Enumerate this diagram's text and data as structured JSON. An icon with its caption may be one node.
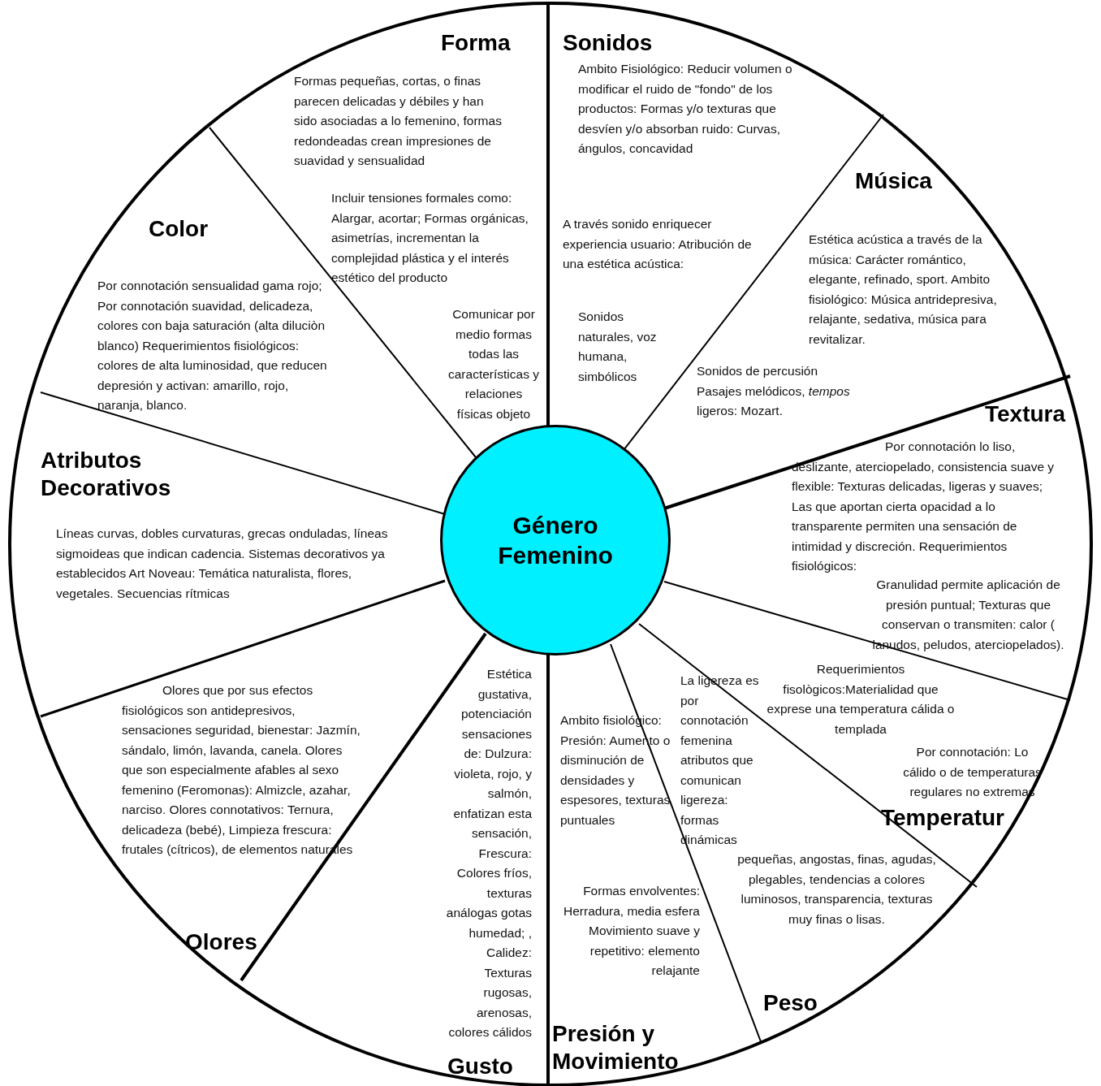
{
  "diagram": {
    "nodes": [
      {
        "text": [
          "Género Femenino"
        ]
      },
      {
        "text": [
          "Forma",
          "Formas pequeñas, cortas, o finas parecen delicadas y débiles y han sido asociadas a lo femenino, formas redondeadas crean impresiones de suavidad y sensualidad",
          "Incluir tensiones formales como: Alargar, acortar; Formas orgánicas, asimetrías, incrementan la complejidad plástica y el interés estético del producto",
          "Comunicar por medio formas todas las características y relaciones físicas objeto"
        ]
      },
      {
        "text": [
          "Sonidos",
          "Ambito Fisiológico: Reducir volumen o modificar el ruido de \"fondo\" de los productos: Formas y/o texturas que desvíen y/o absorban ruido: Curvas, ángulos, concavidad",
          "A través sonido enriquecer experiencia usuario: Atribución de una estética acústica:",
          "Sonidos naturales, voz humana, simbólicos"
        ]
      },
      {
        "text": [
          "Color",
          "Por connotación sensualidad gama rojo; Por connotación suavidad, delicadeza, colores con baja saturación (alta diluciòn blanco) Requerimientos fisiológicos: colores de alta luminosidad, que reducen depresión y activan: amarillo, rojo, naranja, blanco."
        ]
      },
      {
        "text": [
          "Música",
          "Estética acústica a través de la música: Carácter romántico, elegante, refinado, sport. Ambito fisiológico: Música antridepresiva, relajante, sedativa, música para revitalizar.",
          "Sonidos de percusión Pasajes melódicos, *tempos* ligeros: Mozart."
        ]
      },
      {
        "text": [
          "Textura",
          "Por connotación lo liso, deslizante, aterciopelado, consistencia suave y flexible: Texturas delicadas, ligeras y suaves; Las que aportan cierta opacidad a lo transparente permiten una sensación de intimidad y discreción. Requerimientos fisiológicos:",
          "Granulidad permite aplicación de presión puntual; Texturas que conservan o transmiten: calor ( lanudos, peludos, aterciopelados)."
        ]
      },
      {
        "text": [
          "Atributos Decorativos",
          "Líneas curvas, dobles curvaturas, grecas onduladas, líneas sigmoideas que indican cadencia. Sistemas decorativos ya establecidos Art Noveau: Temática naturalista, flores, vegetales. Secuencias rítmicas"
        ]
      },
      {
        "text": [
          "Requerimientos fisològicos:Materialidad que exprese una temperatura cálida o templada",
          "Por connotación: Lo cálido o de temperaturas regulares no extremas",
          "Temperatur"
        ]
      },
      {
        "text": [
          "Olores que por sus efectos fisiológicos son antidepresivos, sensaciones seguridad, bienestar: Jazmín, sándalo, limón, lavanda, canela. Olores que son especialmente afables al sexo femenino (Feromonas): Almizcle, azahar, narciso. Olores connotativos: Ternura, delicadeza (bebé), Limpieza frescura: frutales (cítricos), de elementos naturales",
          "Olores"
        ]
      },
      {
        "text": [
          "Estética gustativa, potenciación sensaciones de: Dulzura: violeta, rojo, y salmón, enfatizan esta sensación, Frescura: Colores fríos, texturas análogas gotas humedad; , Calidez: Texturas rugosas, arenosas, colores cálidos",
          "Gusto"
        ]
      },
      {
        "text": [
          "Ambito fisiológico: Presión: Aumento o disminución de densidades y espesores, texturas puntuales",
          "Formas envolventes: Herradura, media esfera Movimiento suave y repetitivo: elemento relajante",
          "Presión y Movimiento"
        ]
      },
      {
        "text": [
          "La ligereza es por connotación femenina atributos que comunican ligereza: formas dinámicas",
          "pequeñas, angostas, finas, agudas, plegables, tendencias a colores luminosos, transparencia, texturas muy finas o lisas.",
          "Peso"
        ]
      }
    ]
  }
}
